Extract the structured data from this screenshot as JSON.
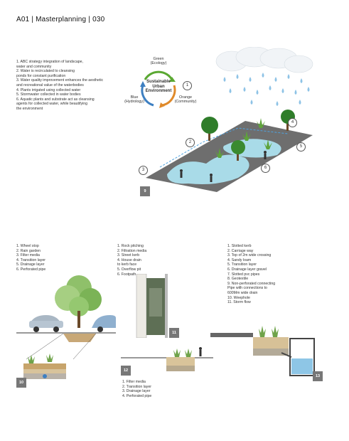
{
  "header": {
    "title": "A01 | Masterplanning | 030"
  },
  "intro_list": [
    "1. ABC strategy integration of landscape,\n   water and community",
    "2. Water is recirculated to cleansing\n   ponds for constant purification",
    "3. Water quality improvement enhances the aesthetic\n   and recreational value of the waterbodies",
    "4. Plants irrigated using collected water",
    "5. Stormwater collected in water bodies",
    "6. Aquatic plants and substrate act as cleansing\n   agents for collected water, while beautifying\n   the environment"
  ],
  "cycle": {
    "green": "Green\n(Ecology)",
    "blue": "Blue\n(Hydrology)",
    "orange": "Orange\n(Community)",
    "center": "Sustainable\nUrban\nEnvironment",
    "colors": {
      "green": "#5aa832",
      "blue": "#3d7fc1",
      "orange": "#e08a2a"
    }
  },
  "main_plan": {
    "figure_number": "9",
    "callouts": [
      "1",
      "2",
      "3",
      "4",
      "5",
      "6"
    ]
  },
  "list_a": [
    "1. Wheel stop",
    "2. Rain garden",
    "3. Filter media",
    "4. Transition layer",
    "5. Drainage layer",
    "6. Perforated pipe"
  ],
  "list_b": [
    "1. Rock pitching",
    "2. Filtration media",
    "3. Street kerb",
    "4. House drain\n   to kerb face",
    "5. Overflow pit",
    "6. Footpath"
  ],
  "list_c": [
    "1. Slotted kerb",
    "2. Carriage way",
    "3. Top of 2m wide crossing",
    "4. Sandy loam",
    "5. Transition layer",
    "6. Drainage layer gravel",
    "7. Slotted pvc pipes",
    "8. Geotextile",
    "9. Non-perforated connecting\n   Pipe with connections to\n   600Mm wide drain",
    "10. Weephole",
    "11. Storm flow"
  ],
  "list_d": [
    "1. Filter media",
    "2. Transition layer",
    "3. Drainage layer",
    "4. Perforated pipe"
  ],
  "figure_numbers": {
    "fig10": "10",
    "fig11": "11",
    "fig12": "12",
    "fig13": "13"
  }
}
